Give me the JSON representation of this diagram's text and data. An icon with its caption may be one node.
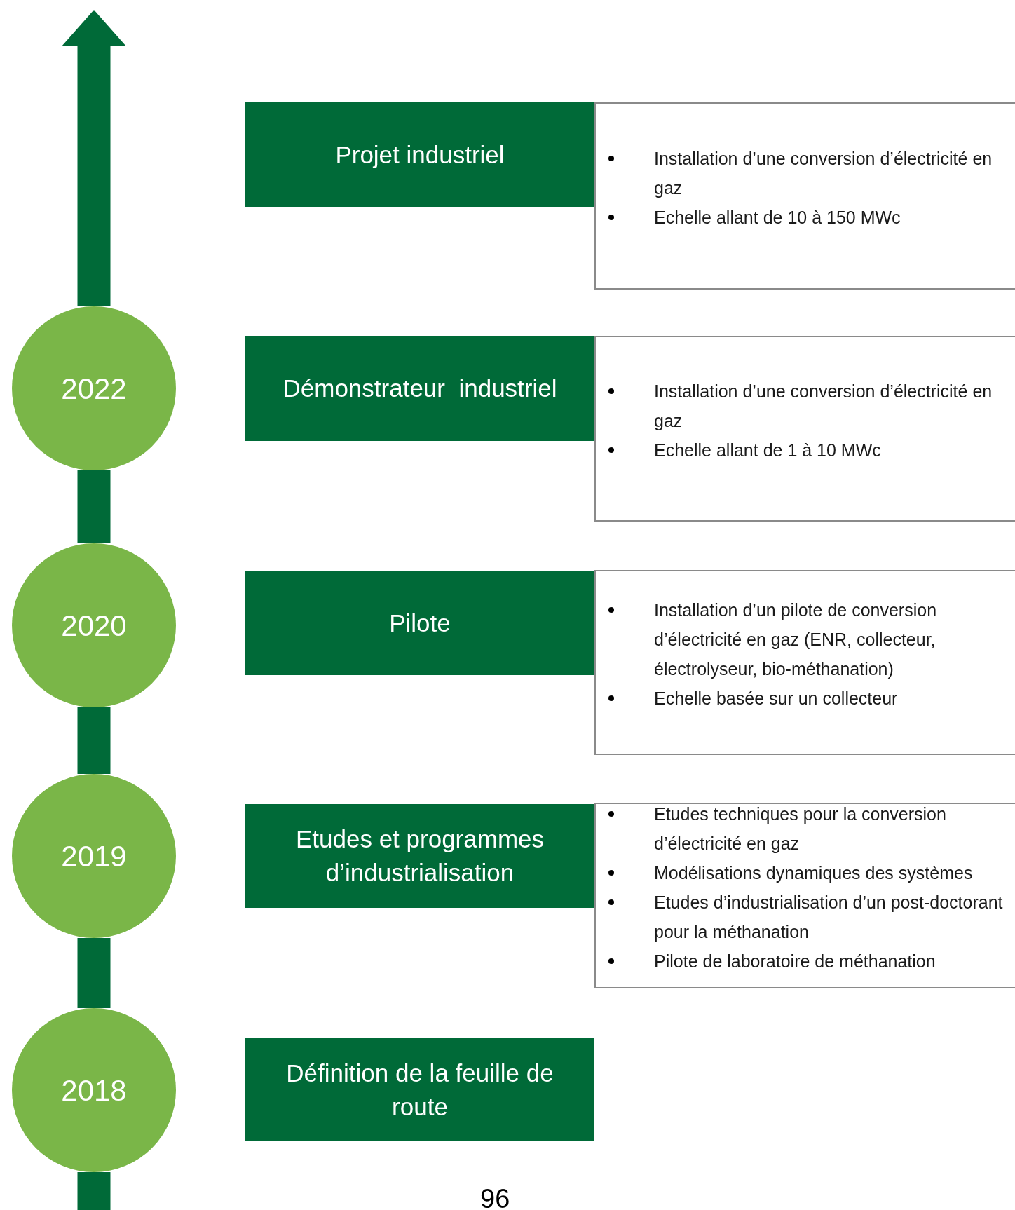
{
  "diagram": {
    "nodes": [
      {
        "text": [
          "Projet industriel"
        ]
      },
      {
        "text": [
          "Installation d’une conversion d’électricité en gaz",
          "Echelle allant de 10 à 150 MWc"
        ]
      },
      {
        "text": [
          "2022"
        ]
      },
      {
        "text": [
          "Démonstrateur  industriel"
        ]
      },
      {
        "text": [
          "Installation d’une conversion d’électricité en gaz",
          "Echelle allant de 1 à 10 MWc"
        ]
      },
      {
        "text": [
          "2020"
        ]
      },
      {
        "text": [
          "Pilote"
        ]
      },
      {
        "text": [
          "Installation d’un pilote de conversion d’électricité en gaz (ENR, collecteur, électrolyseur, bio-méthanation)",
          "Echelle basée sur un collecteur"
        ]
      },
      {
        "text": [
          "2019"
        ]
      },
      {
        "text": [
          "Etudes et programmes d’industrialisation"
        ]
      },
      {
        "text": [
          "Etudes techniques pour la conversion d’électricité en gaz",
          "Modélisations dynamiques des systèmes",
          "Etudes d’industrialisation d’un post-doctorant pour la méthanation",
          "Pilote de laboratoire de méthanation"
        ]
      },
      {
        "text": [
          "2018"
        ]
      },
      {
        "text": [
          "Définition de la feuille de route"
        ]
      }
    ],
    "edges": [
      {
        "from": 2,
        "to": null,
        "arrow": "to"
      },
      {
        "from": 5,
        "to": 2,
        "arrow": "none"
      },
      {
        "from": 8,
        "to": 5,
        "arrow": "none"
      },
      {
        "from": 11,
        "to": 8,
        "arrow": "none"
      },
      {
        "from": null,
        "to": 11,
        "arrow": "none"
      }
    ],
    "labels": [
      "96"
    ]
  }
}
